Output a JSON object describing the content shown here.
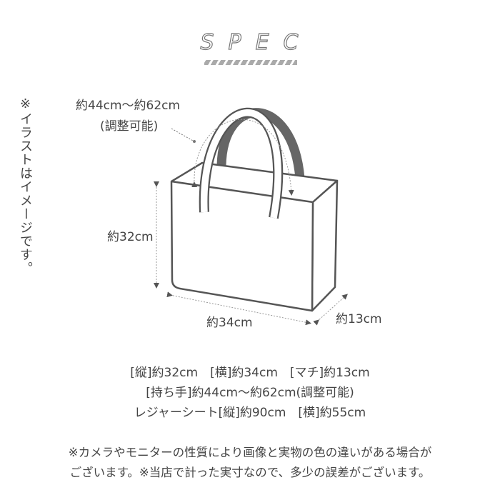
{
  "header": {
    "title": "SPEC"
  },
  "side_note": "※イラストはイメージです。",
  "diagram": {
    "handle_label": "約44cm〜約62cm",
    "handle_note": "(調整可能)",
    "height_label": "約32cm",
    "width_label": "約34cm",
    "depth_label": "約13cm",
    "colors": {
      "outline": "#555555",
      "back_handle": "#666666",
      "dim_line": "#999999"
    }
  },
  "specs": {
    "line1": "[縦]約32cm　[横]約34cm　[マチ]約13cm",
    "line2": "[持ち手]約44cm〜約62cm(調整可能)",
    "line3": "レジャーシート[縦]約90cm　[横]約55cm"
  },
  "disclaimer": {
    "line1": "※カメラやモニターの性質により画像と実物の色の違いがある場合が",
    "line2": "ございます。※当店で計った実寸なので、多少の誤差がございます。"
  }
}
